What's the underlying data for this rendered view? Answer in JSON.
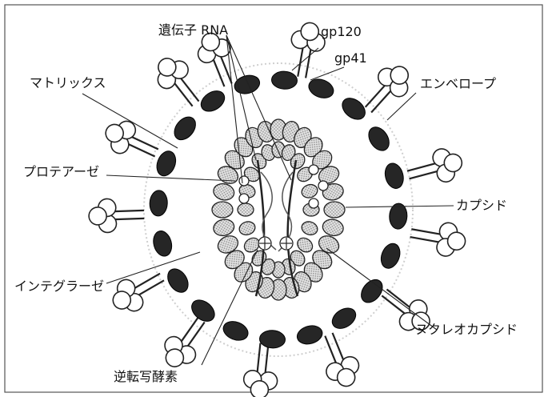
{
  "labels": {
    "genome_rna": "遺伝子 RNA",
    "gp120": "gp120",
    "gp41": "gp41",
    "matrix": "マトリックス",
    "envelope": "エンベロープ",
    "protease": "プロテアーゼ",
    "capsid": "カプシド",
    "integrase": "インテグラーゼ",
    "nucleocapsid": "ヌクレオカプシド",
    "reverse_transcriptase": "逆転写酵素"
  },
  "colors": {
    "frame": "#555555",
    "envelope_ring": "#cfcfcf",
    "matrix_fill": "#262626",
    "capsid_fill": "#e2e2e2",
    "capsid_dots": "#7a7a7a",
    "spike_head": "#ffffff",
    "line": "#222222"
  },
  "icons": {
    "matrix_protein": "dark-oval",
    "capsid_protein": "dotted-oval",
    "spike": "gp120-gp41-spike",
    "protease": "small-circle",
    "reverse_transcriptase": "circle-with-cross"
  }
}
